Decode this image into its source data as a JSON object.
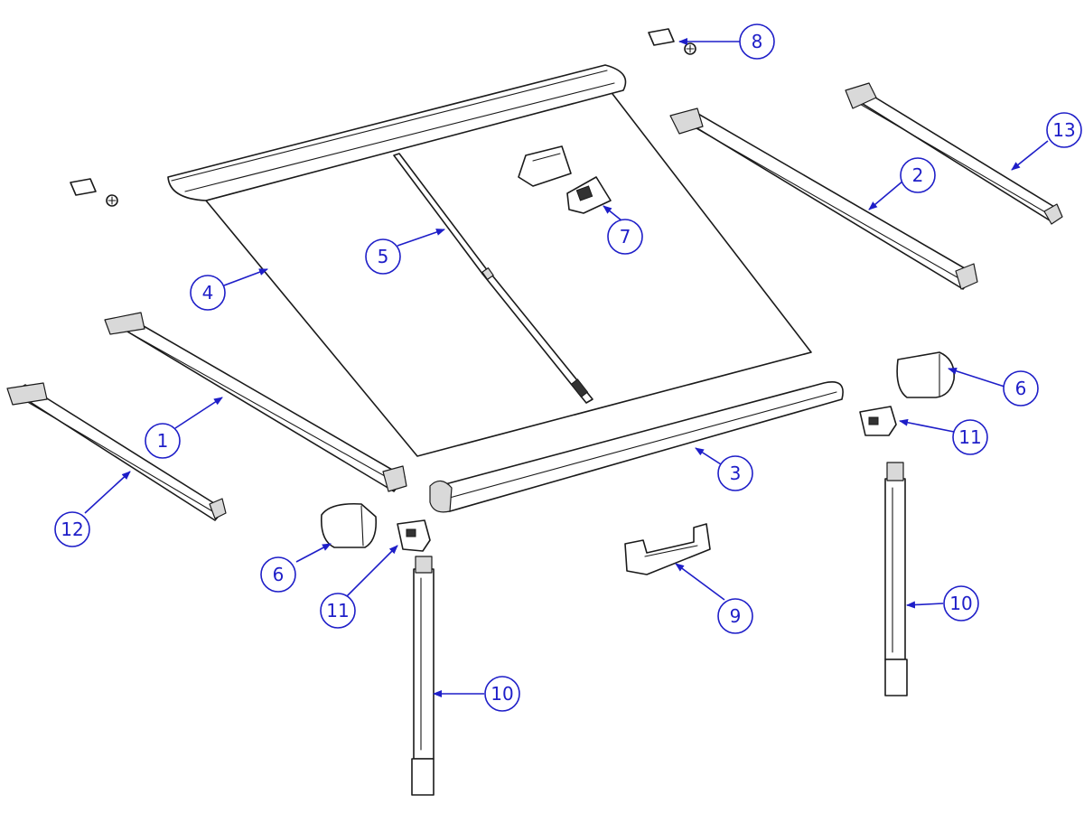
{
  "colors": {
    "callout": "#1e1ec8",
    "line": "#1a1a1a",
    "background": "#ffffff"
  },
  "callouts": [
    {
      "id": "c1",
      "label": "1"
    },
    {
      "id": "c2",
      "label": "2"
    },
    {
      "id": "c3",
      "label": "3"
    },
    {
      "id": "c4",
      "label": "4"
    },
    {
      "id": "c5",
      "label": "5"
    },
    {
      "id": "c6a",
      "label": "6"
    },
    {
      "id": "c6b",
      "label": "6"
    },
    {
      "id": "c7",
      "label": "7"
    },
    {
      "id": "c8",
      "label": "8"
    },
    {
      "id": "c9",
      "label": "9"
    },
    {
      "id": "c10a",
      "label": "10"
    },
    {
      "id": "c10b",
      "label": "10"
    },
    {
      "id": "c11a",
      "label": "11"
    },
    {
      "id": "c11b",
      "label": "11"
    },
    {
      "id": "c12",
      "label": "12"
    },
    {
      "id": "c13",
      "label": "13"
    }
  ]
}
